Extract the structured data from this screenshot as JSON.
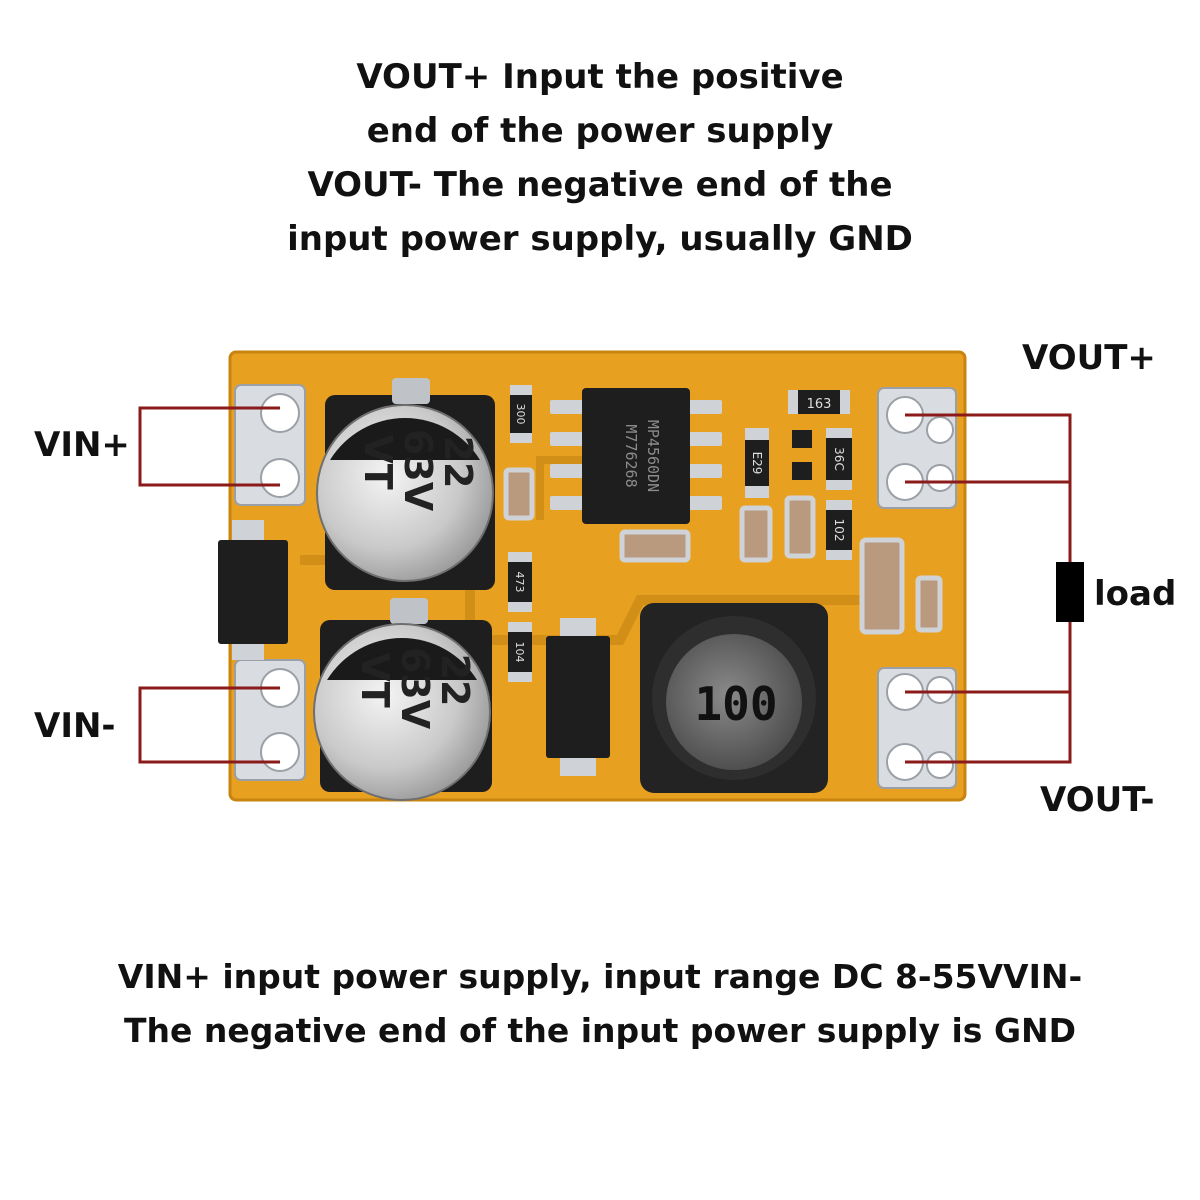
{
  "top_caption": {
    "line1": "VOUT+ Input the positive",
    "line2": "end of the power supply",
    "line3": "VOUT- The negative end of the",
    "line4": "input power supply, usually GND"
  },
  "bottom_caption": {
    "line1": "VIN+ input power supply, input range DC 8-55VVIN-",
    "line2": "The negative end of the input power supply is GND"
  },
  "labels": {
    "vin_plus": "VIN+",
    "vin_minus": "VIN-",
    "vout_plus": "VOUT+",
    "vout_minus": "VOUT-",
    "load": "load"
  },
  "board": {
    "capacitor_top": {
      "line1": "22",
      "line2": "63V",
      "line3": "VT"
    },
    "capacitor_bottom": {
      "line1": "22",
      "line2": "63V",
      "line3": "VT"
    },
    "inductor_marking": "100",
    "chip_marking_1": "MP4560DN",
    "chip_marking_2": "M776268",
    "resistor_r1": "163",
    "resistor_r2": "300",
    "resistor_r3": "E29",
    "resistor_r4": "36C",
    "resistor_r5": "102",
    "resistor_r6": "473",
    "resistor_r7": "104"
  },
  "colors": {
    "pcb": "#e8a020",
    "wire": "#8b1a1a",
    "component_dark": "#1e1e1e",
    "pad_metal": "#d9dce0"
  }
}
